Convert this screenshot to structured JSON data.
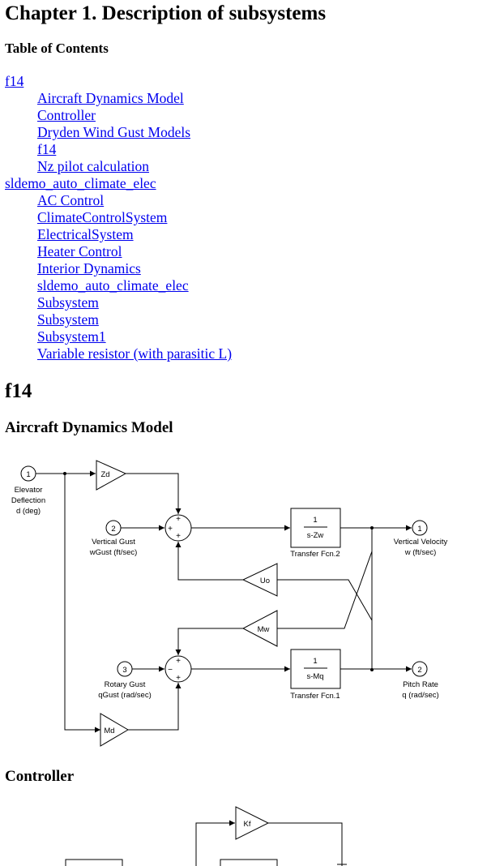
{
  "chapter_title": "Chapter 1. Description of subsystems",
  "toc": {
    "heading": "Table of Contents",
    "items": [
      {
        "label": "f14",
        "level": 1
      },
      {
        "label": "Aircraft Dynamics Model",
        "level": 2
      },
      {
        "label": "Controller",
        "level": 2
      },
      {
        "label": "Dryden Wind Gust Models",
        "level": 2
      },
      {
        "label": "f14",
        "level": 2
      },
      {
        "label": "Nz pilot calculation",
        "level": 2
      },
      {
        "label": "sldemo_auto_climate_elec",
        "level": 1
      },
      {
        "label": "AC Control",
        "level": 2
      },
      {
        "label": "ClimateControlSystem",
        "level": 2
      },
      {
        "label": "ElectricalSystem",
        "level": 2
      },
      {
        "label": "Heater Control",
        "level": 2
      },
      {
        "label": "Interior Dynamics",
        "level": 2
      },
      {
        "label": "sldemo_auto_climate_elec",
        "level": 2
      },
      {
        "label": "Subsystem",
        "level": 2
      },
      {
        "label": "Subsystem",
        "level": 2
      },
      {
        "label": "Subsystem1",
        "level": 2
      },
      {
        "label": "Variable resistor (with parasitic L)",
        "level": 2
      }
    ]
  },
  "section_title": "f14",
  "subsection_aircraft": "Aircraft Dynamics Model",
  "subsection_controller": "Controller",
  "diagram": {
    "inport1": {
      "num": "1",
      "label1": "Elevator",
      "label2": "Deflection",
      "label3": "d (deg)"
    },
    "inport2": {
      "num": "2",
      "label1": "Vertical Gust",
      "label2": "wGust (ft/sec)"
    },
    "inport3": {
      "num": "3",
      "label1": "Rotary Gust",
      "label2": "qGust (rad/sec)"
    },
    "outport1": {
      "num": "1",
      "label1": "Vertical Velocity",
      "label2": "w (ft/sec)"
    },
    "outport2": {
      "num": "2",
      "label1": "Pitch Rate",
      "label2": "q (rad/sec)"
    },
    "gain_zd": "Zd",
    "gain_uo": "Uo",
    "gain_mw": "Mw",
    "gain_md": "Md",
    "tf2": {
      "num": "1",
      "den": "s-Zw",
      "label": "Transfer Fcn.2"
    },
    "tf1": {
      "num": "1",
      "den": "s-Mq",
      "label": "Transfer Fcn.1"
    },
    "sum_signs": {
      "plus": "+",
      "minus": "−"
    }
  },
  "controller": {
    "gain_kf": "Kf"
  }
}
